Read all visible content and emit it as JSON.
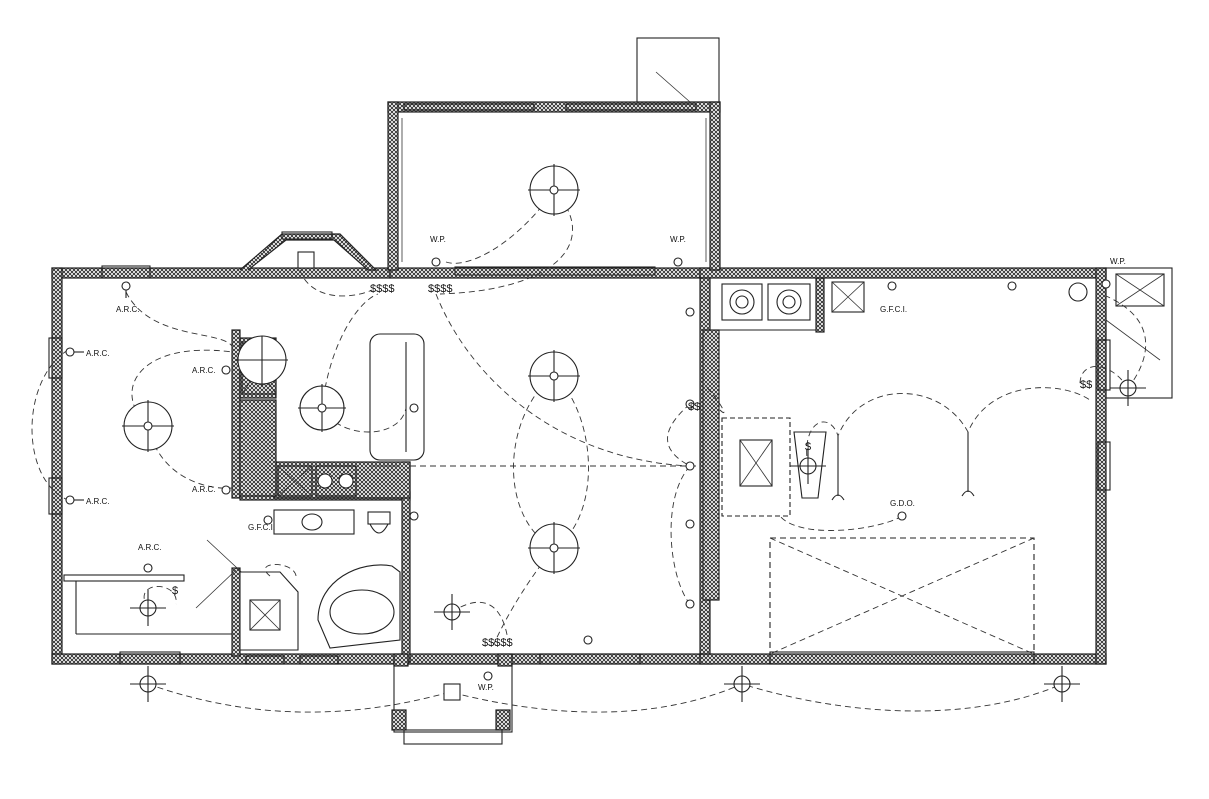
{
  "labels": {
    "arc_1": "A.R.C.",
    "arc_2": "A.R.C.",
    "arc_3": "A.R.C.",
    "arc_4": "A.R.C.",
    "arc_5": "A.R.C.",
    "arc_6": "A.R.C.",
    "gfci_1": "G.F.C.I.",
    "gfci_2": "G.F.C.I.",
    "gdo": "G.D.O.",
    "wp_1": "W.P.",
    "wp_2": "W.P.",
    "wp_3": "W.P.",
    "wp_4": "W.P.",
    "sw_1": "$$$$",
    "sw_2": "$$$$",
    "sw_3": "$$$$$",
    "sw_4": "$$",
    "sw_5": "$$",
    "sw_6": "$",
    "sw_7": "$"
  }
}
